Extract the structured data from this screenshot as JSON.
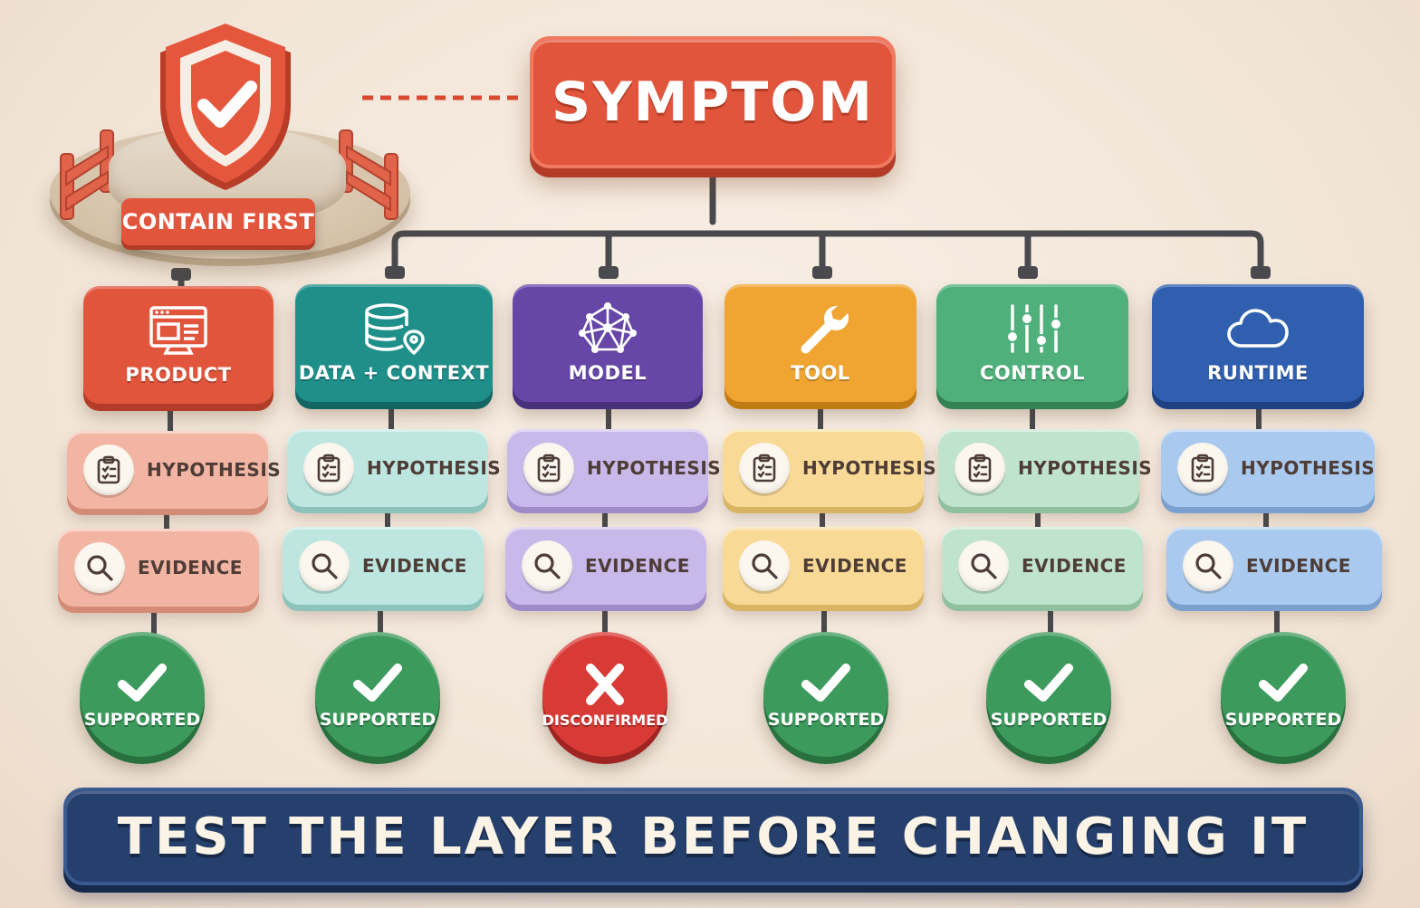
{
  "top": {
    "symptom_label": "SYMPTOM"
  },
  "containment": {
    "label": "CONTAIN FIRST",
    "icon": "shield-check-icon"
  },
  "step_labels": {
    "hypothesis": "HYPOTHESIS",
    "evidence": "EVIDENCE"
  },
  "layers": [
    {
      "name": "PRODUCT",
      "icon": "browser-window-icon",
      "color": "#e2553d",
      "dark": "#b23c28",
      "light": "#f3b5a3",
      "light_dark": "#d48b76",
      "verdict": "SUPPORTED",
      "status": "ok"
    },
    {
      "name": "DATA + CONTEXT",
      "icon": "database-pin-icon",
      "color": "#1f8f8a",
      "dark": "#146662",
      "light": "#bde6e0",
      "light_dark": "#8cc3bb",
      "verdict": "SUPPORTED",
      "status": "ok"
    },
    {
      "name": "MODEL",
      "icon": "neural-network-icon",
      "color": "#6647a8",
      "dark": "#47307c",
      "light": "#c9b9ea",
      "light_dark": "#9f8bc9",
      "verdict": "DISCONFIRMED",
      "status": "bad"
    },
    {
      "name": "TOOL",
      "icon": "wrench-icon",
      "color": "#f0a431",
      "dark": "#c27c14",
      "light": "#f8da96",
      "light_dark": "#d9b463",
      "verdict": "SUPPORTED",
      "status": "ok"
    },
    {
      "name": "CONTROL",
      "icon": "sliders-icon",
      "color": "#4fb07c",
      "dark": "#328256",
      "light": "#bfe3cc",
      "light_dark": "#8fc0a0",
      "verdict": "SUPPORTED",
      "status": "ok"
    },
    {
      "name": "RUNTIME",
      "icon": "cloud-icon",
      "color": "#2f5fae",
      "dark": "#1d4182",
      "light": "#a9c9ee",
      "light_dark": "#7aa0cf",
      "verdict": "SUPPORTED",
      "status": "ok"
    }
  ],
  "footer": {
    "banner": "TEST THE LAYER BEFORE CHANGING IT"
  }
}
